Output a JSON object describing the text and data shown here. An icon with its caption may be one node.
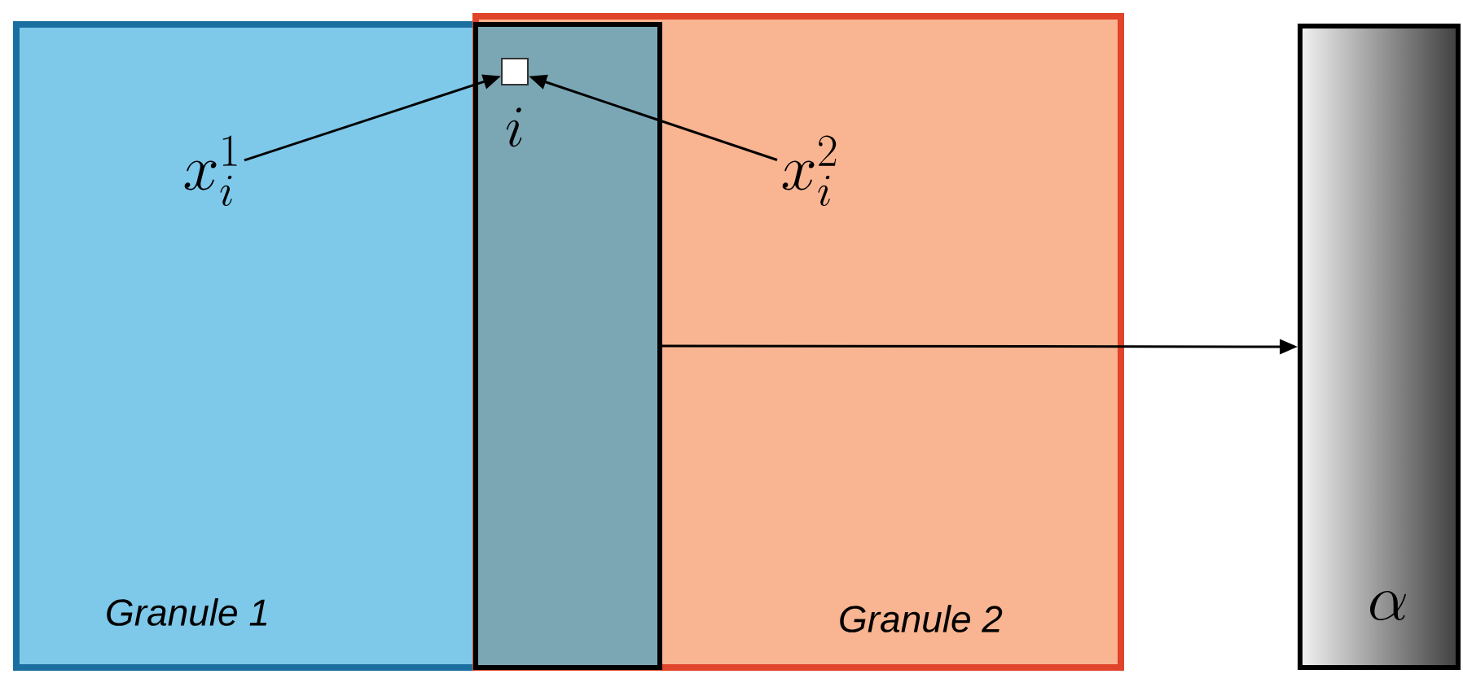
{
  "diagram": {
    "nodes": [
      {
        "text": [
          "Granule 1"
        ]
      },
      {
        "text": [
          "Granule 2"
        ]
      },
      {
        "text": [],
        "shape": "box"
      },
      {
        "text": [],
        "shape": "box",
        "beside": [
          "i"
        ],
        "in": 2
      },
      {
        "text": [
          "x_i^1"
        ],
        "in": 0
      },
      {
        "text": [
          "x_i^2"
        ],
        "in": 1
      },
      {
        "text": [
          "\\alpha"
        ]
      }
    ],
    "edges": [
      {
        "from": 4,
        "to": 3,
        "arrow": "to"
      },
      {
        "from": 5,
        "to": 3,
        "arrow": "to"
      },
      {
        "from": 2,
        "to": 6,
        "arrow": "to"
      }
    ]
  }
}
